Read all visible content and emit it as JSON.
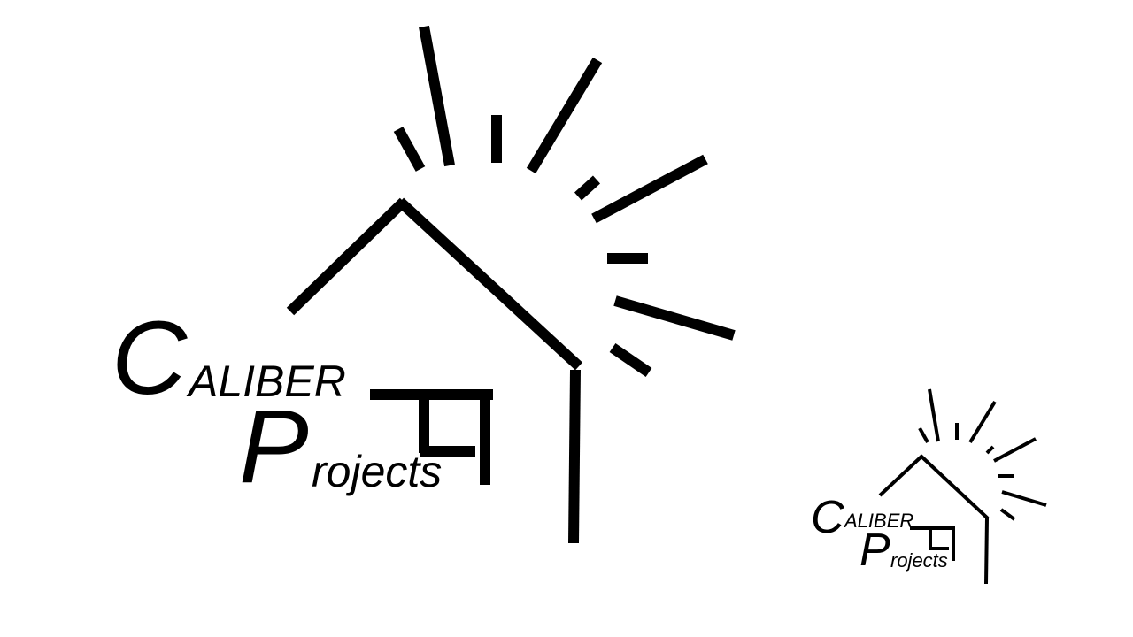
{
  "brand": {
    "name": "Caliber Projects",
    "line1_initial": "C",
    "line1_rest": "ALIBER",
    "line2_initial": "P",
    "line2_rest": "rojects",
    "color": "#000000",
    "background": "#ffffff"
  },
  "variants": [
    {
      "id": "large",
      "description": "Large logo with house outline and sun rays"
    },
    {
      "id": "small",
      "description": "Small logo, same design scaled down"
    }
  ],
  "icons": {
    "house": "house-outline-icon",
    "rays": "sun-rays-icon",
    "window": "window-icon"
  }
}
